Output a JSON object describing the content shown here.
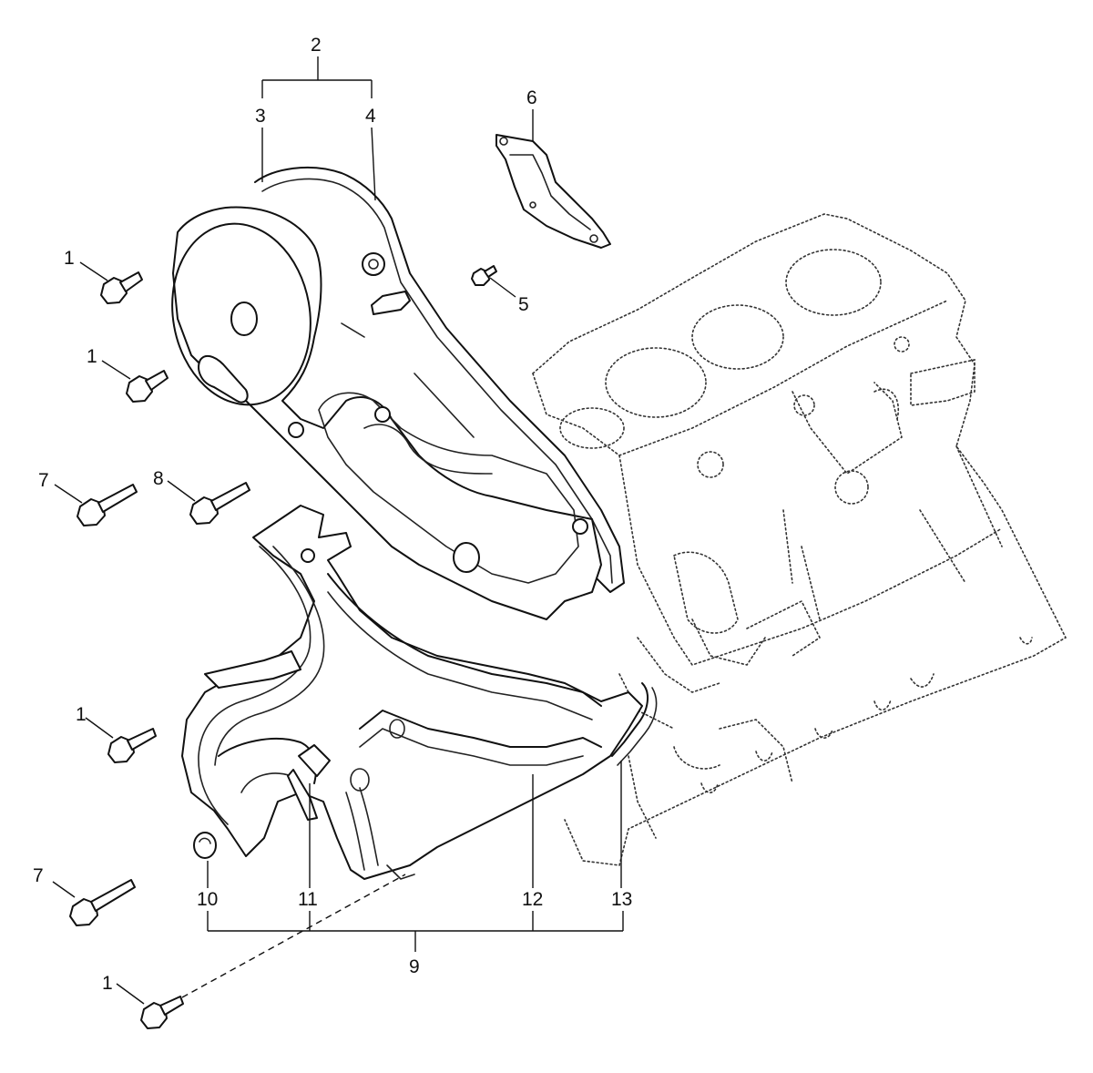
{
  "callouts": {
    "c1a": "1",
    "c1b": "1",
    "c1c": "1",
    "c1d": "1",
    "c2": "2",
    "c3": "3",
    "c4": "4",
    "c5": "5",
    "c6": "6",
    "c7a": "7",
    "c7b": "7",
    "c8": "8",
    "c9": "9",
    "c10": "10",
    "c11": "11",
    "c12": "12",
    "c13": "13"
  }
}
